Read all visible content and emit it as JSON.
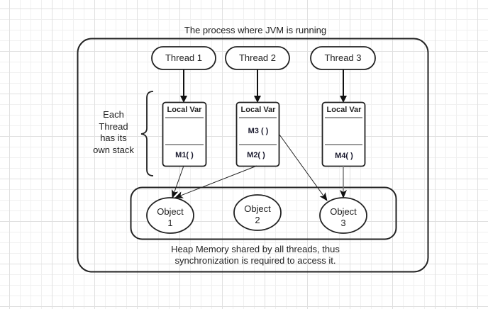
{
  "title": "The process where JVM is running",
  "threads": [
    {
      "label": "Thread 1"
    },
    {
      "label": "Thread 2"
    },
    {
      "label": "Thread 3"
    }
  ],
  "side_note": "Each Thread has its own stack",
  "side_note_lines": [
    "Each",
    "Thread",
    "has its",
    "own stack"
  ],
  "stacks": [
    {
      "header": "Local Var",
      "upper_method": "",
      "lower_method": "M1( )"
    },
    {
      "header": "Local Var",
      "upper_method": "M3 ( )",
      "lower_method": "M2( )"
    },
    {
      "header": "Local Var",
      "upper_method": "",
      "lower_method": "M4( )"
    }
  ],
  "objects": [
    {
      "line1": "Object",
      "line2": "1"
    },
    {
      "line1": "Object",
      "line2": "2"
    },
    {
      "line1": "Object",
      "line2": "3"
    }
  ],
  "heap_label_lines": [
    "Heap Memory shared by all threads, thus",
    "synchronization is required to access it."
  ],
  "references": [
    {
      "from": "M1( )",
      "to": "Object 1"
    },
    {
      "from": "M2( )",
      "to": "Object 1"
    },
    {
      "from": "M3 ( )",
      "to": "Object 3"
    },
    {
      "from": "M4( )",
      "to": "Object 3"
    }
  ],
  "colors": {
    "stroke": "#222222",
    "divider": "#9a9a9a",
    "method_text": "#1a1a2e",
    "gray_arrow": "#777777"
  }
}
